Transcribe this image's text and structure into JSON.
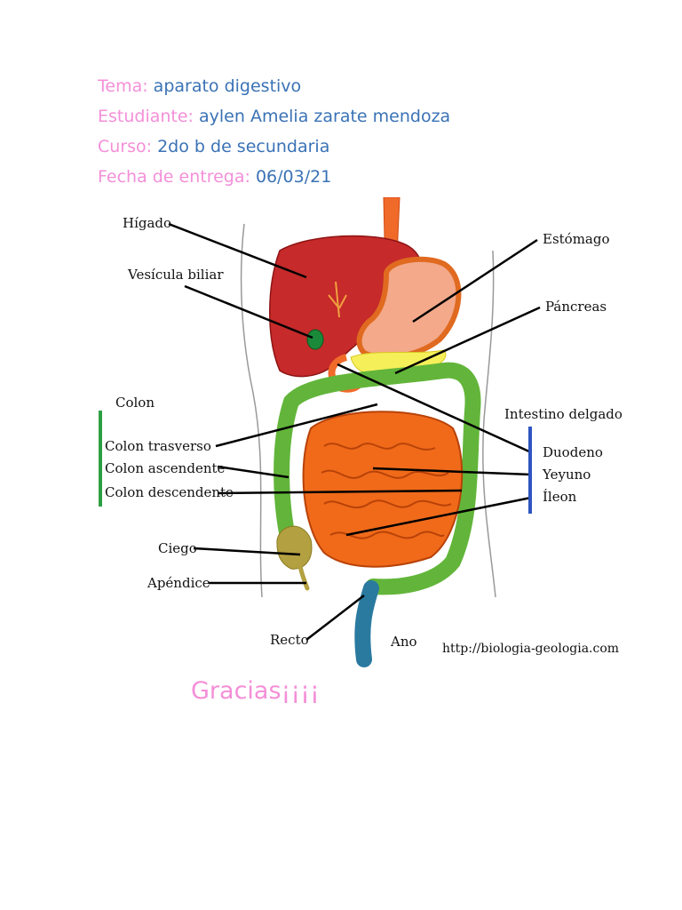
{
  "header": {
    "tema": {
      "label": "Tema:",
      "value": "aparato digestivo"
    },
    "estudiante": {
      "label": "Estudiante:",
      "value": "aylen Amelia zarate mendoza"
    },
    "curso": {
      "label": "Curso:",
      "value": "2do b de secundaria"
    },
    "fecha": {
      "label": "Fecha de entrega:",
      "value": "06/03/21"
    }
  },
  "diagram": {
    "labels": {
      "higado": "Hígado",
      "vesicula": "Vesícula biliar",
      "estomago": "Estómago",
      "pancreas": "Páncreas",
      "colon_title": "Colon",
      "colon_trasverso": "Colon trasverso",
      "colon_ascendente": "Colon ascendente",
      "colon_descendente": "Colon descendente",
      "intestino_title": "Intestino delgado",
      "duodeno": "Duodeno",
      "yeyuno": "Yeyuno",
      "ileon": "Íleon",
      "ciego": "Ciego",
      "apendice": "Apéndice",
      "recto": "Recto",
      "ano": "Ano"
    },
    "source": "http://biologia-geologia.com",
    "colors": {
      "colon": "#2ea043",
      "intestino": "#2f55c0",
      "source": "#a01010"
    }
  },
  "footer": {
    "thanks": "Gracias¡¡¡¡"
  }
}
